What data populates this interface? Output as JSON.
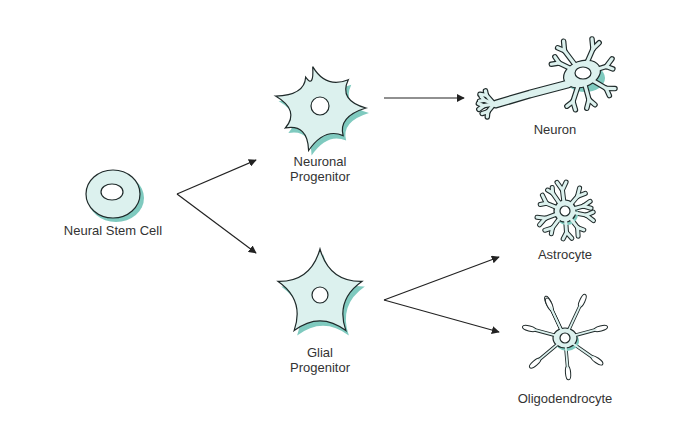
{
  "diagram": {
    "nodes": [
      {
        "text": [
          "Neural Stem Cell"
        ]
      },
      {
        "text": [
          "Neuronal Progenitor"
        ]
      },
      {
        "text": [
          "Glial Progenitor"
        ]
      },
      {
        "text": [
          "Neuron"
        ]
      },
      {
        "text": [
          "Astrocyte"
        ]
      },
      {
        "text": [
          "Oligodendrocyte"
        ]
      }
    ],
    "edges": [
      {
        "from": 0,
        "to": 1,
        "arrow": "to"
      },
      {
        "from": 0,
        "to": 2,
        "arrow": "to"
      },
      {
        "from": 1,
        "to": 3,
        "arrow": "to"
      },
      {
        "from": 2,
        "to": 4,
        "arrow": "to"
      },
      {
        "from": 2,
        "to": 5,
        "arrow": "to"
      }
    ]
  }
}
